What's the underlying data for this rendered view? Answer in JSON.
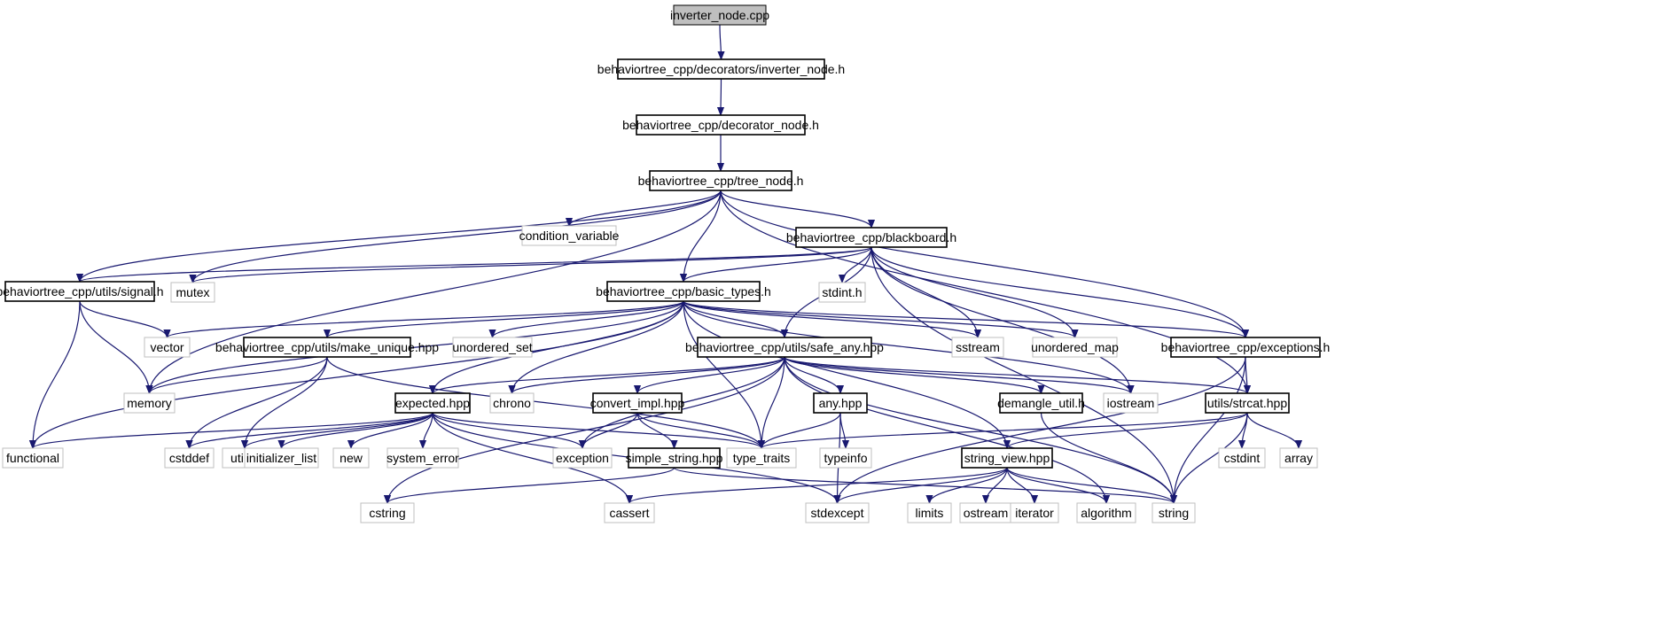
{
  "diagram": {
    "colors": {
      "edge": "#191970",
      "main_fill": "#bfbfbf",
      "internal_border": "#000000",
      "external_border": "#bfbfbf",
      "background": "#ffffff"
    },
    "nodes": [
      {
        "id": "inverter_node_cpp",
        "label": "inverter_node.cpp",
        "kind": "main"
      },
      {
        "id": "inverter_node_h",
        "label": "behaviortree_cpp/decorators/inverter_node.h",
        "kind": "internal"
      },
      {
        "id": "decorator_node_h",
        "label": "behaviortree_cpp/decorator_node.h",
        "kind": "internal"
      },
      {
        "id": "tree_node_h",
        "label": "behaviortree_cpp/tree_node.h",
        "kind": "internal"
      },
      {
        "id": "condition_variable",
        "label": "condition_variable",
        "kind": "external"
      },
      {
        "id": "blackboard_h",
        "label": "behaviortree_cpp/blackboard.h",
        "kind": "internal"
      },
      {
        "id": "signal_h",
        "label": "behaviortree_cpp/utils/signal.h",
        "kind": "internal"
      },
      {
        "id": "mutex",
        "label": "mutex",
        "kind": "external"
      },
      {
        "id": "basic_types_h",
        "label": "behaviortree_cpp/basic_types.h",
        "kind": "internal"
      },
      {
        "id": "stdint_h",
        "label": "stdint.h",
        "kind": "external"
      },
      {
        "id": "vector",
        "label": "vector",
        "kind": "external"
      },
      {
        "id": "make_unique_hpp",
        "label": "behaviortree_cpp/utils/make_unique.hpp",
        "kind": "internal"
      },
      {
        "id": "unordered_set",
        "label": "unordered_set",
        "kind": "external"
      },
      {
        "id": "safe_any_hpp",
        "label": "behaviortree_cpp/utils/safe_any.hpp",
        "kind": "internal"
      },
      {
        "id": "sstream",
        "label": "sstream",
        "kind": "external"
      },
      {
        "id": "unordered_map",
        "label": "unordered_map",
        "kind": "external"
      },
      {
        "id": "exceptions_h",
        "label": "behaviortree_cpp/exceptions.h",
        "kind": "internal"
      },
      {
        "id": "memory",
        "label": "memory",
        "kind": "external"
      },
      {
        "id": "expected_hpp",
        "label": "expected.hpp",
        "kind": "internal"
      },
      {
        "id": "chrono",
        "label": "chrono",
        "kind": "external"
      },
      {
        "id": "convert_impl_hpp",
        "label": "convert_impl.hpp",
        "kind": "internal"
      },
      {
        "id": "any_hpp",
        "label": "any.hpp",
        "kind": "internal"
      },
      {
        "id": "demangle_util_h",
        "label": "demangle_util.h",
        "kind": "internal"
      },
      {
        "id": "iostream",
        "label": "iostream",
        "kind": "external"
      },
      {
        "id": "strcat_hpp",
        "label": "utils/strcat.hpp",
        "kind": "internal"
      },
      {
        "id": "functional",
        "label": "functional",
        "kind": "external"
      },
      {
        "id": "cstddef",
        "label": "cstddef",
        "kind": "external"
      },
      {
        "id": "utility",
        "label": "utility",
        "kind": "external"
      },
      {
        "id": "initializer_list",
        "label": "initializer_list",
        "kind": "external"
      },
      {
        "id": "new",
        "label": "new",
        "kind": "external"
      },
      {
        "id": "system_error",
        "label": "system_error",
        "kind": "external"
      },
      {
        "id": "exception",
        "label": "exception",
        "kind": "external"
      },
      {
        "id": "type_traits",
        "label": "type_traits",
        "kind": "external"
      },
      {
        "id": "simple_string_hpp",
        "label": "simple_string.hpp",
        "kind": "internal"
      },
      {
        "id": "typeinfo",
        "label": "typeinfo",
        "kind": "external"
      },
      {
        "id": "string_view_hpp",
        "label": "string_view.hpp",
        "kind": "internal"
      },
      {
        "id": "cstdint",
        "label": "cstdint",
        "kind": "external"
      },
      {
        "id": "array",
        "label": "array",
        "kind": "external"
      },
      {
        "id": "cstring",
        "label": "cstring",
        "kind": "external"
      },
      {
        "id": "cassert",
        "label": "cassert",
        "kind": "external"
      },
      {
        "id": "stdexcept",
        "label": "stdexcept",
        "kind": "external"
      },
      {
        "id": "limits",
        "label": "limits",
        "kind": "external"
      },
      {
        "id": "ostream",
        "label": "ostream",
        "kind": "external"
      },
      {
        "id": "iterator",
        "label": "iterator",
        "kind": "external"
      },
      {
        "id": "algorithm",
        "label": "algorithm",
        "kind": "external"
      },
      {
        "id": "string",
        "label": "string",
        "kind": "external"
      }
    ],
    "edges": [
      [
        "inverter_node_cpp",
        "inverter_node_h"
      ],
      [
        "inverter_node_h",
        "decorator_node_h"
      ],
      [
        "decorator_node_h",
        "tree_node_h"
      ],
      [
        "tree_node_h",
        "condition_variable"
      ],
      [
        "tree_node_h",
        "blackboard_h"
      ],
      [
        "tree_node_h",
        "signal_h"
      ],
      [
        "tree_node_h",
        "mutex"
      ],
      [
        "tree_node_h",
        "basic_types_h"
      ],
      [
        "tree_node_h",
        "memory"
      ],
      [
        "tree_node_h",
        "exceptions_h"
      ],
      [
        "tree_node_h",
        "strcat_hpp"
      ],
      [
        "blackboard_h",
        "mutex"
      ],
      [
        "blackboard_h",
        "basic_types_h"
      ],
      [
        "blackboard_h",
        "stdint_h"
      ],
      [
        "blackboard_h",
        "safe_any_hpp"
      ],
      [
        "blackboard_h",
        "sstream"
      ],
      [
        "blackboard_h",
        "unordered_map"
      ],
      [
        "blackboard_h",
        "iostream"
      ],
      [
        "blackboard_h",
        "exceptions_h"
      ],
      [
        "blackboard_h",
        "string"
      ],
      [
        "blackboard_h",
        "signal_h"
      ],
      [
        "signal_h",
        "vector"
      ],
      [
        "signal_h",
        "memory"
      ],
      [
        "signal_h",
        "functional"
      ],
      [
        "basic_types_h",
        "vector"
      ],
      [
        "basic_types_h",
        "make_unique_hpp"
      ],
      [
        "basic_types_h",
        "unordered_set"
      ],
      [
        "basic_types_h",
        "safe_any_hpp"
      ],
      [
        "basic_types_h",
        "sstream"
      ],
      [
        "basic_types_h",
        "unordered_map"
      ],
      [
        "basic_types_h",
        "exceptions_h"
      ],
      [
        "basic_types_h",
        "memory"
      ],
      [
        "basic_types_h",
        "expected_hpp"
      ],
      [
        "basic_types_h",
        "chrono"
      ],
      [
        "basic_types_h",
        "functional"
      ],
      [
        "basic_types_h",
        "iostream"
      ],
      [
        "basic_types_h",
        "type_traits"
      ],
      [
        "basic_types_h",
        "string_view_hpp"
      ],
      [
        "make_unique_hpp",
        "memory"
      ],
      [
        "make_unique_hpp",
        "cstddef"
      ],
      [
        "make_unique_hpp",
        "utility"
      ],
      [
        "make_unique_hpp",
        "type_traits"
      ],
      [
        "safe_any_hpp",
        "expected_hpp"
      ],
      [
        "safe_any_hpp",
        "chrono"
      ],
      [
        "safe_any_hpp",
        "convert_impl_hpp"
      ],
      [
        "safe_any_hpp",
        "any_hpp"
      ],
      [
        "safe_any_hpp",
        "demangle_util_h"
      ],
      [
        "safe_any_hpp",
        "iostream"
      ],
      [
        "safe_any_hpp",
        "strcat_hpp"
      ],
      [
        "safe_any_hpp",
        "exception"
      ],
      [
        "safe_any_hpp",
        "type_traits"
      ],
      [
        "safe_any_hpp",
        "algorithm"
      ],
      [
        "safe_any_hpp",
        "string"
      ],
      [
        "safe_any_hpp",
        "cstring"
      ],
      [
        "exceptions_h",
        "strcat_hpp"
      ],
      [
        "exceptions_h",
        "stdexcept"
      ],
      [
        "exceptions_h",
        "string"
      ],
      [
        "expected_hpp",
        "functional"
      ],
      [
        "expected_hpp",
        "cstddef"
      ],
      [
        "expected_hpp",
        "utility"
      ],
      [
        "expected_hpp",
        "initializer_list"
      ],
      [
        "expected_hpp",
        "new"
      ],
      [
        "expected_hpp",
        "system_error"
      ],
      [
        "expected_hpp",
        "exception"
      ],
      [
        "expected_hpp",
        "type_traits"
      ],
      [
        "expected_hpp",
        "cassert"
      ],
      [
        "expected_hpp",
        "stdexcept"
      ],
      [
        "convert_impl_hpp",
        "exception"
      ],
      [
        "convert_impl_hpp",
        "simple_string_hpp"
      ],
      [
        "convert_impl_hpp",
        "type_traits"
      ],
      [
        "any_hpp",
        "type_traits"
      ],
      [
        "any_hpp",
        "typeinfo"
      ],
      [
        "any_hpp",
        "stdexcept"
      ],
      [
        "demangle_util_h",
        "string"
      ],
      [
        "strcat_hpp",
        "type_traits"
      ],
      [
        "strcat_hpp",
        "string_view_hpp"
      ],
      [
        "strcat_hpp",
        "cstdint"
      ],
      [
        "strcat_hpp",
        "array"
      ],
      [
        "strcat_hpp",
        "string"
      ],
      [
        "simple_string_hpp",
        "cstring"
      ],
      [
        "simple_string_hpp",
        "string"
      ],
      [
        "string_view_hpp",
        "cassert"
      ],
      [
        "string_view_hpp",
        "stdexcept"
      ],
      [
        "string_view_hpp",
        "limits"
      ],
      [
        "string_view_hpp",
        "ostream"
      ],
      [
        "string_view_hpp",
        "iterator"
      ],
      [
        "string_view_hpp",
        "algorithm"
      ],
      [
        "string_view_hpp",
        "string"
      ]
    ]
  }
}
